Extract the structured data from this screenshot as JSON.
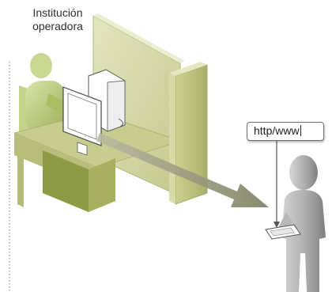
{
  "labels": {
    "operator_line1": "Institución",
    "operator_line2": "operadora",
    "url_text": "http/www"
  },
  "colors": {
    "operator_figure": "#b6c87a",
    "booth": "#c9ce98",
    "desk_dark": "#8f9a45",
    "user_figure": "#a8a8a8",
    "arrow": "#8c8e6e"
  }
}
